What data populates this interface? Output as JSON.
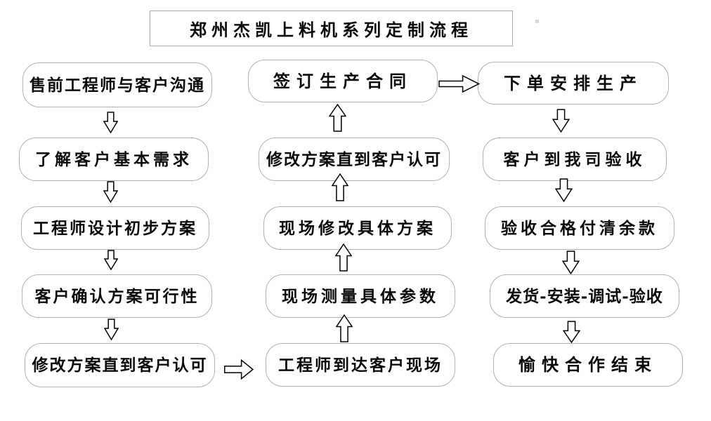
{
  "title": "郑州杰凯上料机系列定制流程",
  "flow": {
    "left": [
      "售前工程师与客户沟通",
      "了解客户基本需求",
      "工程师设计初步方案",
      "客户确认方案可行性",
      "修改方案直到客户认可"
    ],
    "middle": [
      "签订生产合同",
      "修改方案直到客户认可",
      "现场修改具体方案",
      "现场测量具体参数",
      "工程师到达客户现场"
    ],
    "right": [
      "下单安排生产",
      "客户到我司验收",
      "验收合格付清余款",
      "发货-安装-调试-验收",
      "愉快合作结束"
    ]
  },
  "connectors": {
    "left_column_direction": "down",
    "middle_column_direction": "up",
    "right_column_direction": "down",
    "left_bottom_to_middle_bottom": "right",
    "middle_top_to_right_top": "right"
  },
  "colors": {
    "box_border": "#b0b0b0",
    "title_border": "#a8a8a8",
    "arrow_stroke": "#000000",
    "text": "#0a0a0a",
    "background": "#ffffff"
  }
}
